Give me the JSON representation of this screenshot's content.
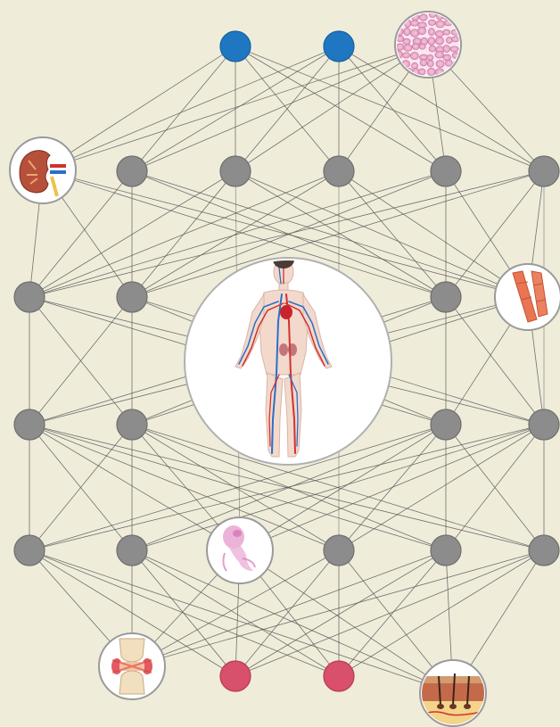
{
  "colors": {
    "background": "#efedda",
    "edge": "#5b5b5b",
    "input_node": "#1f77c2",
    "hidden_node": "#8c8c8c",
    "hidden_node_stroke": "#6e6e6e",
    "output_node": "#d8506b",
    "image_circle_fill": "#ffffff",
    "image_circle_stroke": "#9a9a9a"
  },
  "network": {
    "layers": [
      {
        "name": "input",
        "nodes": [
          "input-node-1",
          "input-node-2",
          "tissue-image-node"
        ]
      },
      {
        "name": "hidden-1",
        "nodes": [
          "kidney-node",
          "h1-node-2",
          "h1-node-3",
          "h1-node-4",
          "h1-node-5",
          "h1-node-6"
        ]
      },
      {
        "name": "hidden-2",
        "nodes": [
          "h2-node-1",
          "h2-node-2",
          "h2-node-5",
          "blood-vessel-node"
        ]
      },
      {
        "name": "hidden-3",
        "nodes": [
          "h3-node-1",
          "h3-node-2",
          "h3-node-5",
          "h3-node-6"
        ]
      },
      {
        "name": "hidden-4",
        "nodes": [
          "h4-node-1",
          "h4-node-2",
          "embryo-node",
          "h4-node-4",
          "h4-node-5",
          "h4-node-6"
        ]
      },
      {
        "name": "output",
        "nodes": [
          "joint-node",
          "output-node-1",
          "output-node-2",
          "skin-node"
        ]
      }
    ],
    "center_image": "human-circulatory-system",
    "image_nodes": [
      {
        "id": "tissue-image-node",
        "icon": "tissue-icon"
      },
      {
        "id": "kidney-node",
        "icon": "kidney-icon"
      },
      {
        "id": "blood-vessel-node",
        "icon": "blood-vessel-icon"
      },
      {
        "id": "embryo-node",
        "icon": "embryo-icon"
      },
      {
        "id": "joint-node",
        "icon": "knee-joint-icon"
      },
      {
        "id": "skin-node",
        "icon": "skin-layers-icon"
      }
    ]
  }
}
